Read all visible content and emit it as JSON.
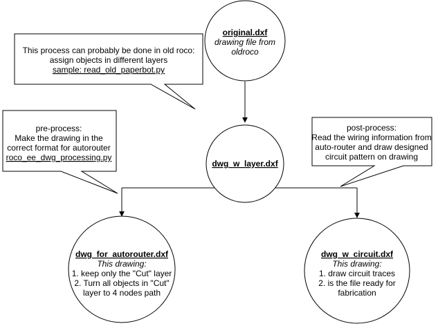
{
  "nodes": {
    "original": {
      "filename": "original.dxf",
      "desc1": "drawing file from",
      "desc2": "oldroco"
    },
    "layer": {
      "filename": "dwg_w_layer.dxf"
    },
    "autorouter": {
      "filename": "dwg_for_autorouter.dxf",
      "subtitle": "This drawing:",
      "line1": "1. keep only the \"Cut\" layer",
      "line2": "2. Turn all objects in \"Cut\"",
      "line3": "layer to 4 nodes path"
    },
    "circuit": {
      "filename": "dwg_w_circuit.dxf",
      "subtitle": "This drawing:",
      "line1": "1. draw circuit traces",
      "line2": "2. is the file ready for",
      "line3": "fabrication"
    }
  },
  "callouts": {
    "old_roco": {
      "line1": "This process can probably be done in old roco:",
      "line2": "assign objects in different layers",
      "line3": "sample: read_old_paperbot.py"
    },
    "pre_process": {
      "line1": "pre-process:",
      "line2": "Make the drawing in the",
      "line3": "correct format for autorouter",
      "line4": "roco_ee_dwg_processing.py"
    },
    "post_process": {
      "line1": "post-process:",
      "line2": "Read the wiring information from",
      "line3": "auto-router and draw designed",
      "line4": "circuit pattern on drawing"
    }
  },
  "colors": {
    "stroke": "#000000",
    "fill": "#ffffff"
  }
}
